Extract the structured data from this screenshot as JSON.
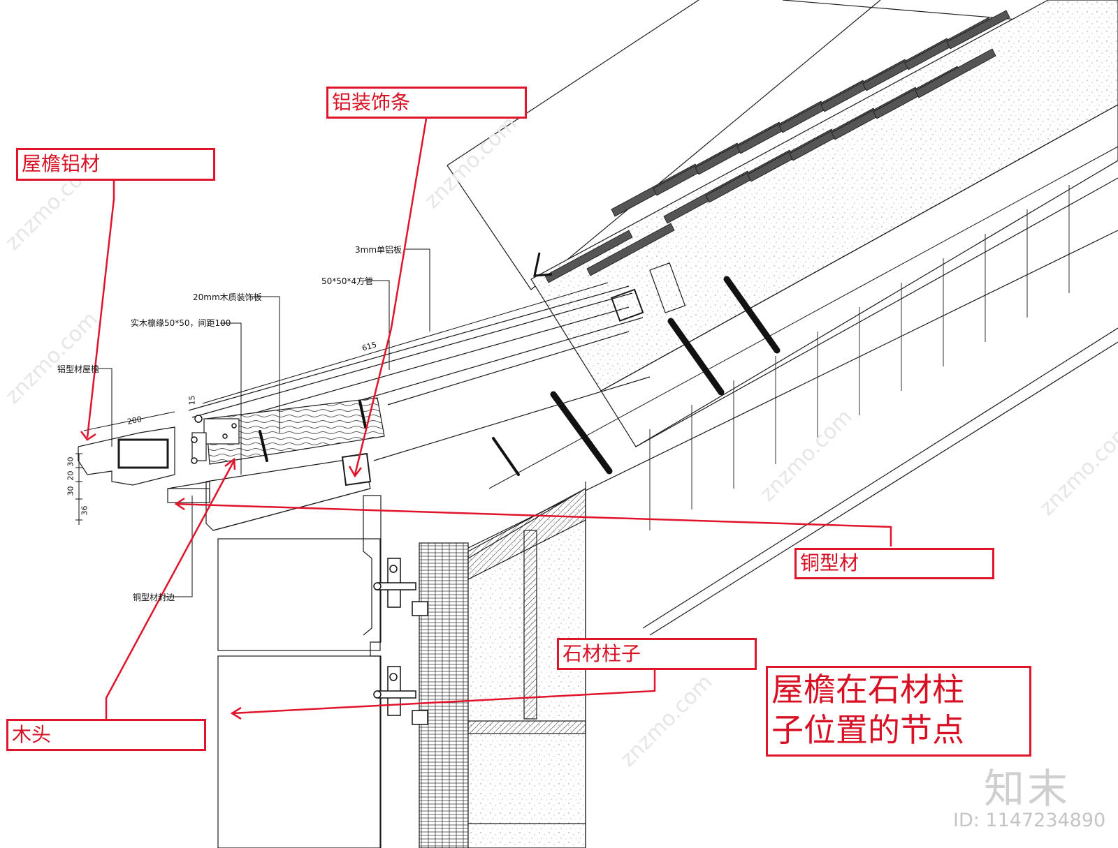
{
  "callouts": {
    "eave_aluminum": "屋檐铝材",
    "aluminum_trim": "铝装饰条",
    "copper_profile": "铜型材",
    "stone_column": "石材柱子",
    "wood": "木头",
    "title": "屋檐在石材柱子位置的节点"
  },
  "title_lines": [
    "屋檐在石材柱",
    "子位置的节点"
  ],
  "drawing_labels": {
    "single_al_panel": "3mm单铝板",
    "square_tube": "50*50*4方管",
    "wood_panel": "20mm木质装饰板",
    "wood_purlin": "实木檩缘50*50，间距100",
    "al_profile_eave": "铝型材屋檐",
    "copper_edge": "铜型材封边"
  },
  "dimensions": {
    "d615": "615",
    "d200": "200",
    "d15": "15",
    "d30a": "30",
    "d20": "20",
    "d30b": "30",
    "d36": "36"
  },
  "watermark": {
    "logo": "知末",
    "id": "ID: 1147234890"
  },
  "colors": {
    "annotation_red": "#e0142a",
    "line": "#1a1a1a"
  }
}
